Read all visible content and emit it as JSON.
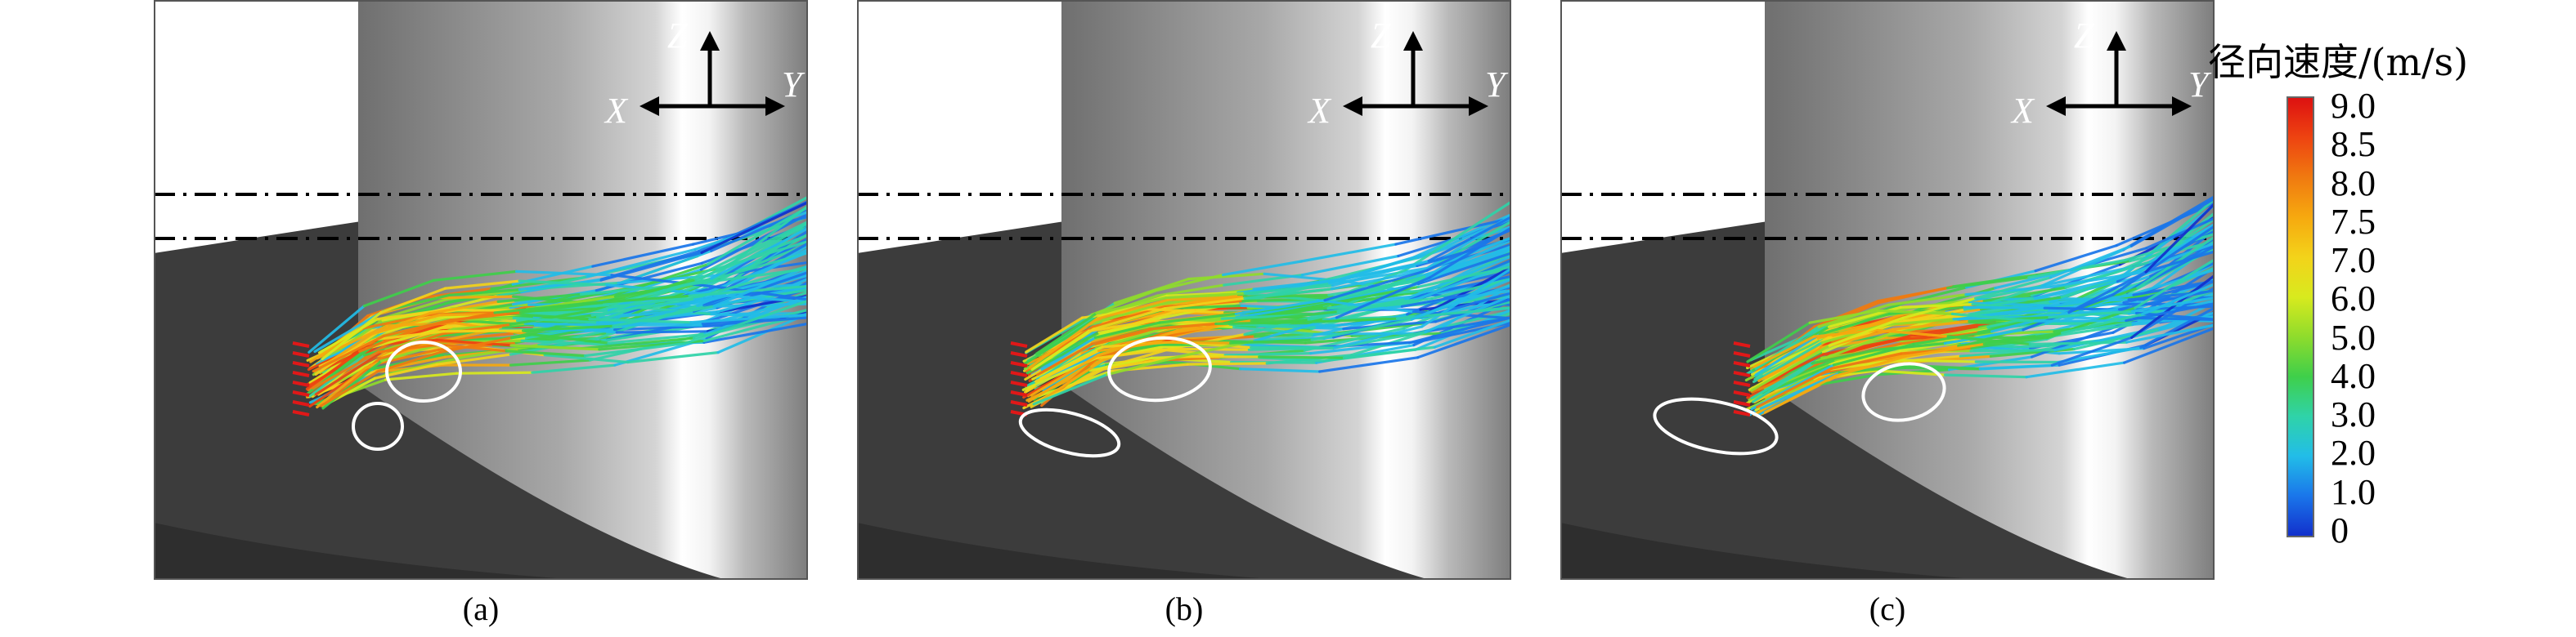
{
  "panels": [
    {
      "id": "a",
      "caption": "(a)",
      "variant": 0
    },
    {
      "id": "b",
      "caption": "(b)",
      "variant": 1
    },
    {
      "id": "c",
      "caption": "(c)",
      "variant": 2
    }
  ],
  "axes": {
    "z": "Z",
    "x": "X",
    "y": "Y"
  },
  "colorbar": {
    "title": "径向速度/(m/s)",
    "ticks": [
      "9.0",
      "8.5",
      "8.0",
      "7.5",
      "7.0",
      "6.0",
      "5.0",
      "4.0",
      "3.0",
      "2.0",
      "1.0",
      "0"
    ],
    "colors": [
      "#dd1111",
      "#ee4411",
      "#f07a10",
      "#f6a90f",
      "#f3d31a",
      "#d8ea1e",
      "#8fdc2c",
      "#3fcf4a",
      "#2fd3a8",
      "#22bde8",
      "#1a76ea",
      "#1230cc"
    ]
  },
  "style": {
    "cylinder_dark": "#8a8a8a",
    "cylinder_light": "#f2f2f2",
    "base_color": "#3b3b3b",
    "background": "#ffffff"
  }
}
